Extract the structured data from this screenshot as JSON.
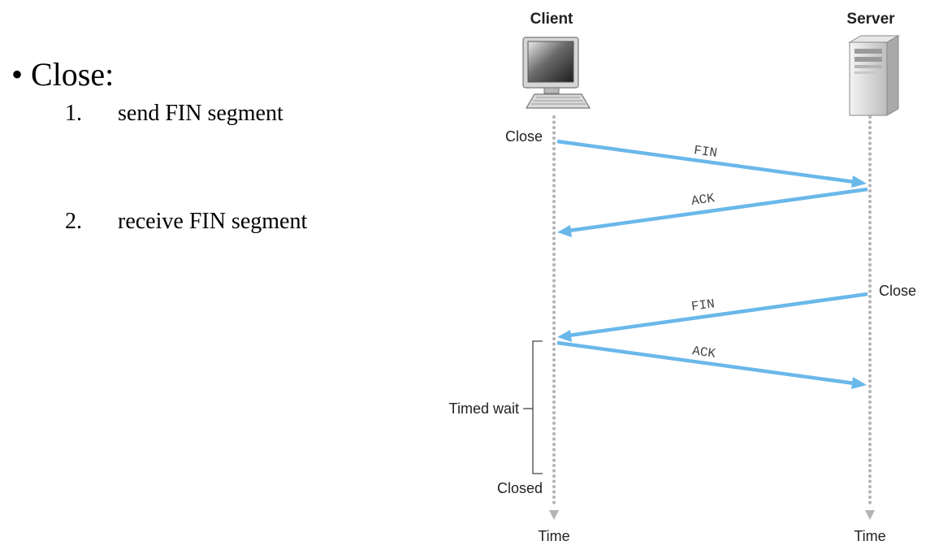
{
  "slide": {
    "bullet_marker": "•",
    "bullet_title": "Close:",
    "steps": [
      {
        "number": "1.",
        "text": "send FIN segment"
      },
      {
        "number": "2.",
        "text": "receive FIN segment"
      }
    ]
  },
  "diagram": {
    "client_label": "Client",
    "server_label": "Server",
    "client_close_label": "Close",
    "server_close_label": "Close",
    "timed_wait_label": "Timed wait",
    "closed_label": "Closed",
    "client_time_label": "Time",
    "server_time_label": "Time",
    "messages": [
      {
        "label": "FIN",
        "direction": "client-to-server"
      },
      {
        "label": "ACK",
        "direction": "server-to-client"
      },
      {
        "label": "FIN",
        "direction": "server-to-client"
      },
      {
        "label": "ACK",
        "direction": "client-to-server"
      }
    ],
    "colors": {
      "arrow": "#6ab8ea",
      "timeline": "#b4b4b4"
    }
  }
}
